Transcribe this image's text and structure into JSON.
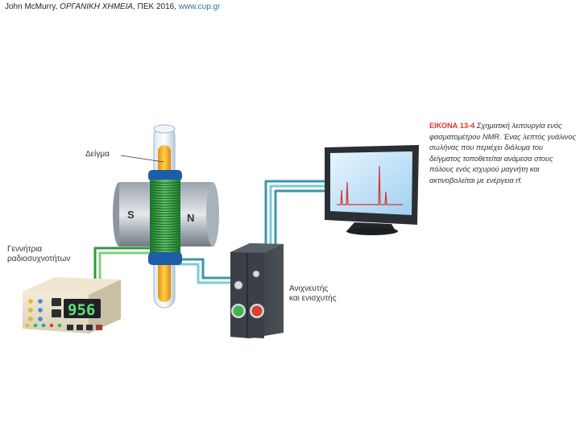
{
  "header": {
    "author": "John McMurry, ",
    "book": "ΟΡΓΑΝΙΚΗ ΧΗΜΕΙΑ",
    "publisher": ", ΠΕΚ 2016, ",
    "url": "www.cup.gr"
  },
  "caption": {
    "figure": "ΕΙΚΟΝΑ 13-4",
    "text": "Σχηματική λειτουργία ενός φασματομέτρου NMR. Ένας λεπτός γυάλινος σωλήνας που περιέχει διάλυμα του δείγματος τοποθετείται ανάμεσα στους πόλους ενός ισχυρού μαγνήτη και ακτινοβολείται με ενέργεια rf."
  },
  "labels": {
    "sample": "Δείγμα",
    "generator_line1": "Γεννήτρια",
    "generator_line2": "ραδιοσυχνοτήτων",
    "detector_line1": "Ανιχνευτής",
    "detector_line2": "και ενισχυτής"
  },
  "magnet": {
    "pole_left": "S",
    "pole_right": "N"
  },
  "generator": {
    "display": "956"
  },
  "colors": {
    "coil": "#3fae49",
    "tube_sample": "#f5a623",
    "cable": "#5fb7c9",
    "led_red": "#e33b2e",
    "led_green": "#3cb64a"
  }
}
